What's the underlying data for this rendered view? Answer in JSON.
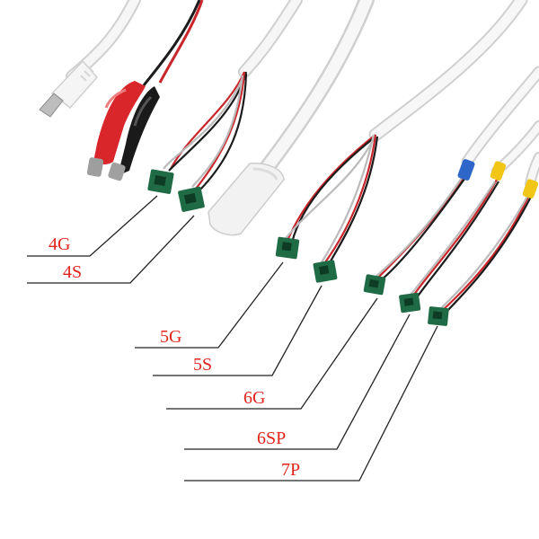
{
  "labels": [
    "4G",
    "4S",
    "5G",
    "5S",
    "6G",
    "6SP",
    "7P"
  ],
  "colors": {
    "label": "#e0231b",
    "leader": "#222222",
    "cable": "#f4f4f4",
    "cable_shade": "#d2d2d2",
    "pcb": "#1f6b45",
    "clip_red": "#d8262a",
    "clip_black": "#1a1a1a",
    "wire_red": "#c8262a",
    "wire_black": "#1c1c1c",
    "ferrule_blue": "#2e67c9",
    "ferrule_yellow": "#f1c614"
  }
}
